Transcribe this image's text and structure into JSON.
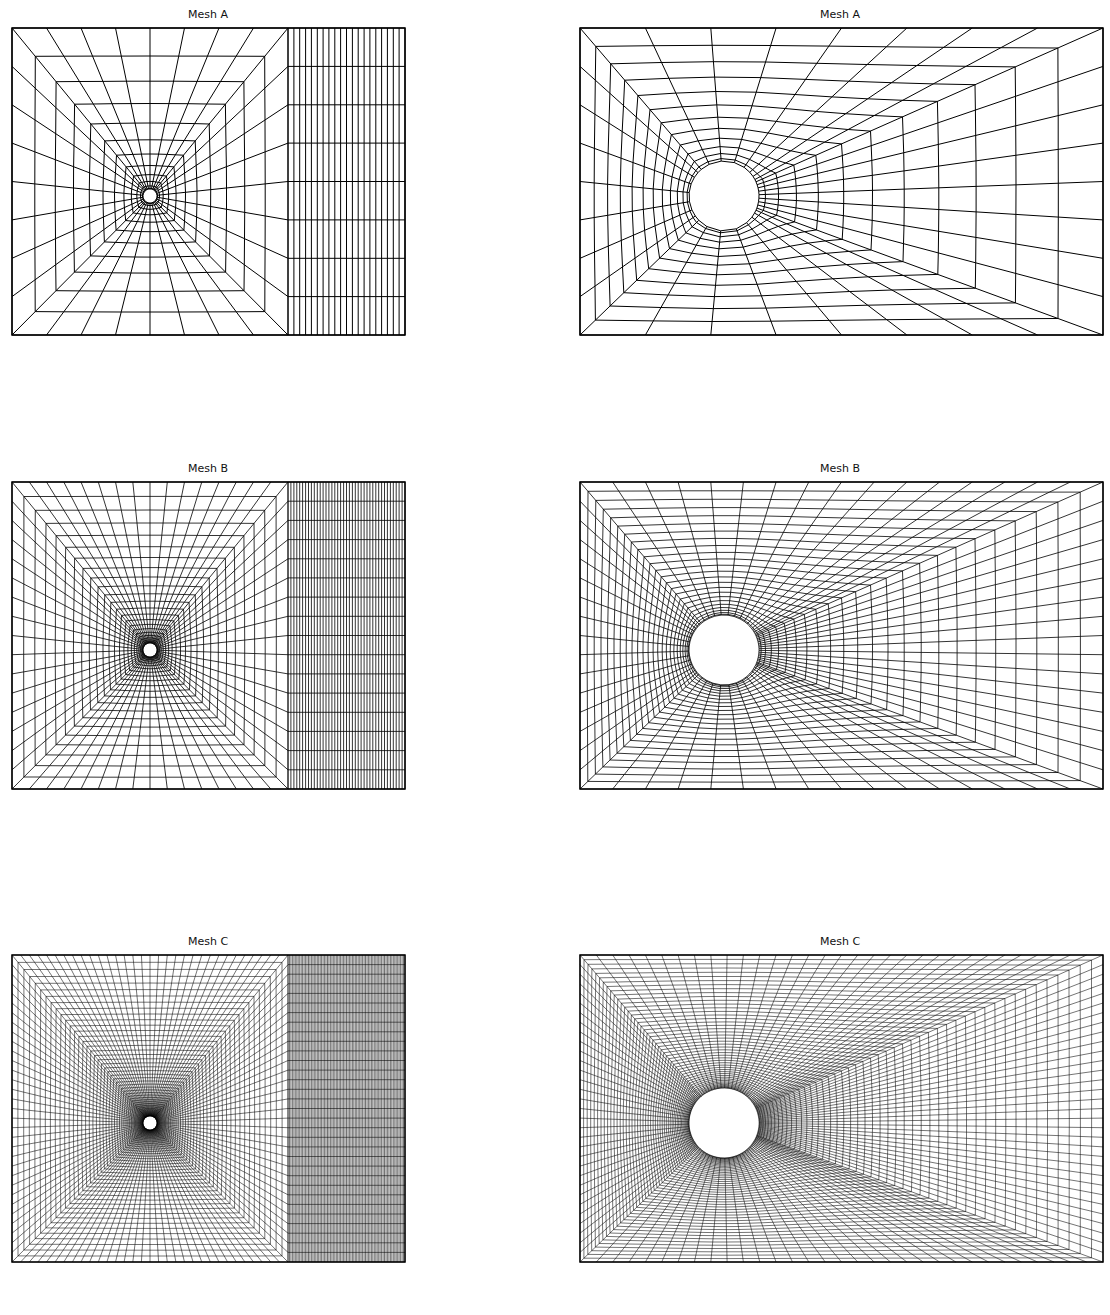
{
  "diagram": {
    "labels": [
      "Mesh A",
      "Mesh A",
      "Mesh B",
      "Mesh B",
      "Mesh C",
      "Mesh C"
    ]
  }
}
